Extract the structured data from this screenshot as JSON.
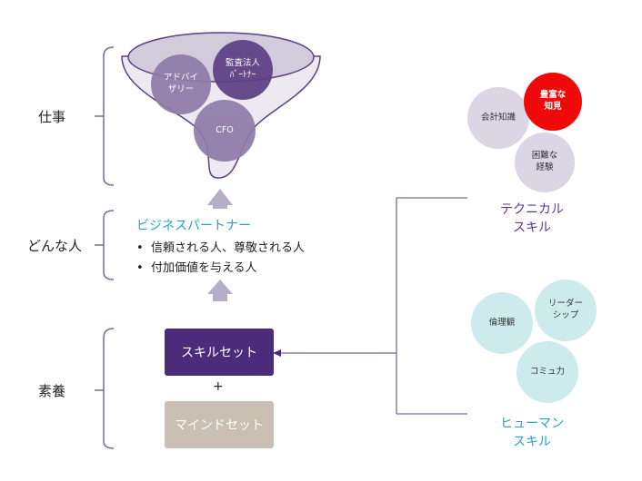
{
  "left_labels": {
    "work": "仕事",
    "person": "どんな人",
    "cultivation": "素養"
  },
  "funnel": {
    "circles": {
      "advisory_line1": "アドバイ",
      "advisory_line2": "ザリー",
      "audit_line1": "監査法人",
      "audit_line2": "ﾊﾟｰﾄﾅｰ",
      "cfo": "CFO"
    }
  },
  "business_partner": {
    "heading": "ビジネスパートナー",
    "bullets": [
      "信頼される人、尊敬される人",
      "付加価値を与える人"
    ]
  },
  "boxes": {
    "skillset": "スキルセット",
    "plus": "+",
    "mindset": "マインドセット"
  },
  "technical": {
    "circles": {
      "accounting": "会計知識",
      "rich_line1": "豊富な",
      "rich_line2": "知見",
      "difficult_line1": "困難な",
      "difficult_line2": "経験"
    },
    "caption_line1": "テクニカル",
    "caption_line2": "スキル"
  },
  "human": {
    "circles": {
      "ethics": "倫理観",
      "leader_line1": "リーダー",
      "leader_line2": "シップ",
      "communication": "コミュ力"
    },
    "caption_line1": "ヒューマン",
    "caption_line2": "スキル"
  },
  "colors": {
    "purple_dark": "#4b2c7a",
    "purple_light": "#8e7ba8",
    "teal": "#26a8b4",
    "red": "#ee0a0a",
    "taupe": "#c9bfb3"
  }
}
